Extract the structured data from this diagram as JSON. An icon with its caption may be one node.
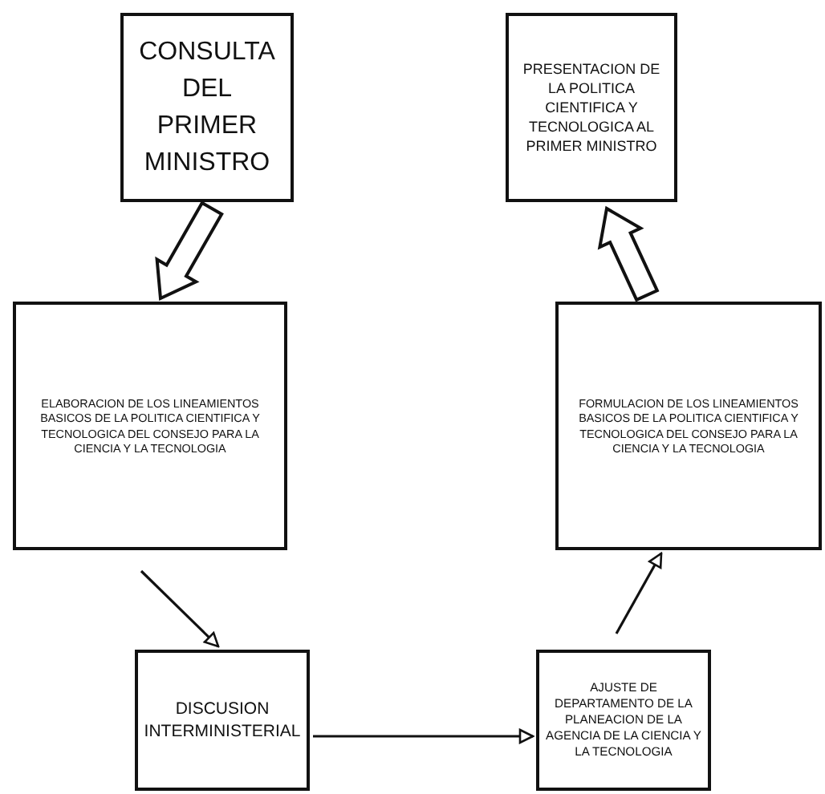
{
  "diagram": {
    "nodes": [
      {
        "text": [
          "CONSULTA DEL PRIMER MINISTRO"
        ]
      },
      {
        "text": [
          "ELABORACION DE LOS LINEAMIENTOS BASICOS DE LA POLITICA CIENTIFICA Y TECNOLOGICA DEL CONSEJO PARA LA CIENCIA Y LA TECNOLOGIA"
        ]
      },
      {
        "text": [
          "DISCUSION INTERMINISTERIAL"
        ]
      },
      {
        "text": [
          "AJUSTE DE DEPARTAMENTO DE LA PLANEACION DE LA AGENCIA DE LA CIENCIA Y LA TECNOLOGIA"
        ]
      },
      {
        "text": [
          "FORMULACION DE LOS LINEAMIENTOS BASICOS DE LA POLITICA CIENTIFICA Y TECNOLOGICA DEL CONSEJO PARA LA CIENCIA Y LA TECNOLOGIA"
        ]
      },
      {
        "text": [
          "PRESENTACION DE LA POLITICA CIENTIFICA Y TECNOLOGICA AL PRIMER MINISTRO"
        ]
      }
    ],
    "edges": [
      {
        "from": 0,
        "to": 1,
        "arrow": "to",
        "style": "thick"
      },
      {
        "from": 1,
        "to": 2,
        "arrow": "to"
      },
      {
        "from": 2,
        "to": 3,
        "arrow": "to"
      },
      {
        "from": 3,
        "to": 4,
        "arrow": "to"
      },
      {
        "from": 4,
        "to": 5,
        "arrow": "to",
        "style": "thick"
      }
    ]
  }
}
